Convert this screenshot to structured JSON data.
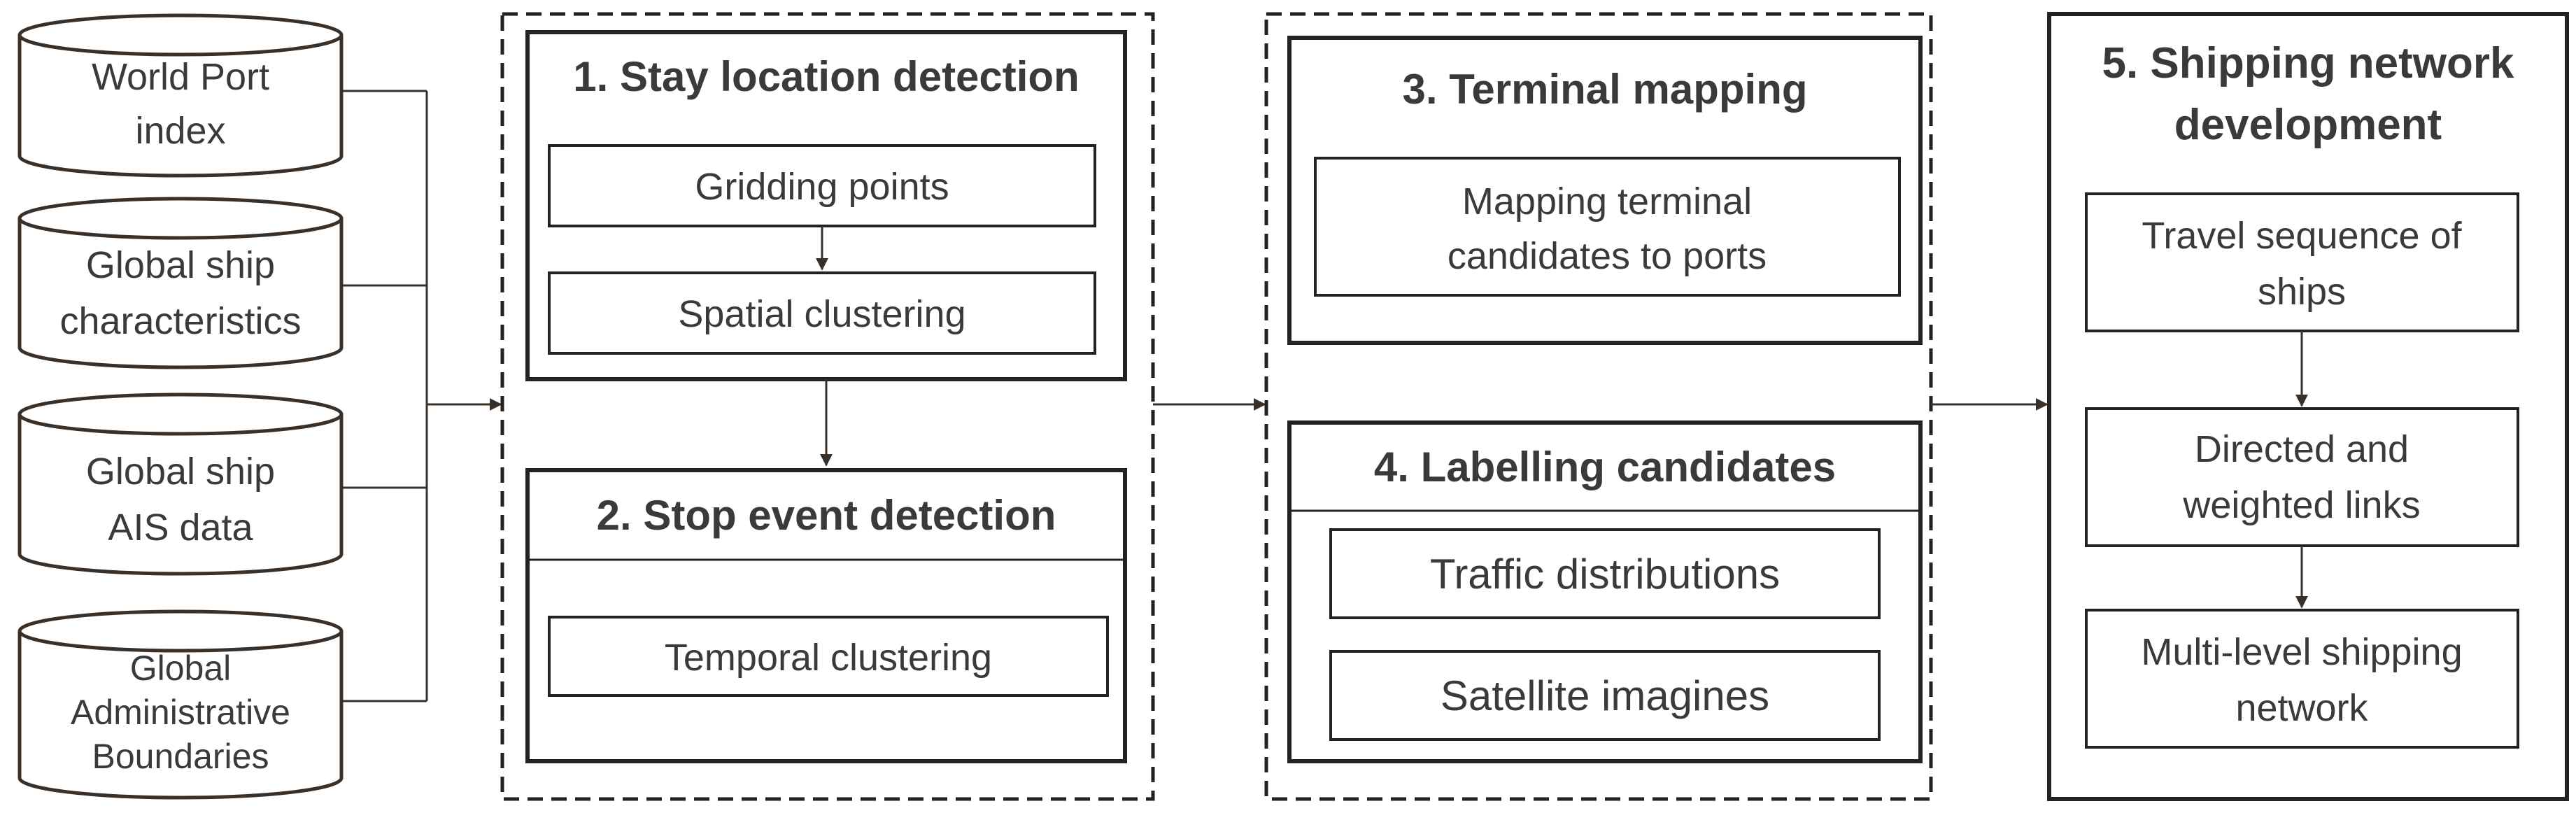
{
  "data_sources": [
    {
      "id": "world-port-index",
      "lines": [
        "World Port",
        "index"
      ]
    },
    {
      "id": "global-ship-characteristics",
      "lines": [
        "Global ship",
        "characteristics"
      ]
    },
    {
      "id": "global-ship-ais-data",
      "lines": [
        "Global ship",
        "AIS data"
      ]
    },
    {
      "id": "global-administrative-boundaries",
      "lines": [
        "Global",
        "Administrative",
        "Boundaries"
      ]
    }
  ],
  "steps": {
    "stay_location": {
      "title": "1. Stay location detection",
      "items": [
        "Gridding points",
        "Spatial clustering"
      ]
    },
    "stop_event": {
      "title": "2. Stop event detection",
      "items": [
        "Temporal clustering"
      ]
    },
    "terminal_mapping": {
      "title": "3. Terminal mapping",
      "items": [
        [
          "Mapping terminal",
          "candidates to ports"
        ]
      ]
    },
    "labelling": {
      "title": "4. Labelling candidates",
      "items": [
        "Traffic distributions",
        "Satellite imagines"
      ]
    },
    "network": {
      "title_lines": [
        "5. Shipping network",
        "development"
      ],
      "items": [
        [
          "Travel sequence of",
          "ships"
        ],
        [
          "Directed and",
          "weighted links"
        ],
        [
          "Multi-level shipping",
          "network"
        ]
      ]
    }
  },
  "colors": {
    "line": "#3a302a",
    "text": "#3a3a3a",
    "background": "#ffffff"
  }
}
